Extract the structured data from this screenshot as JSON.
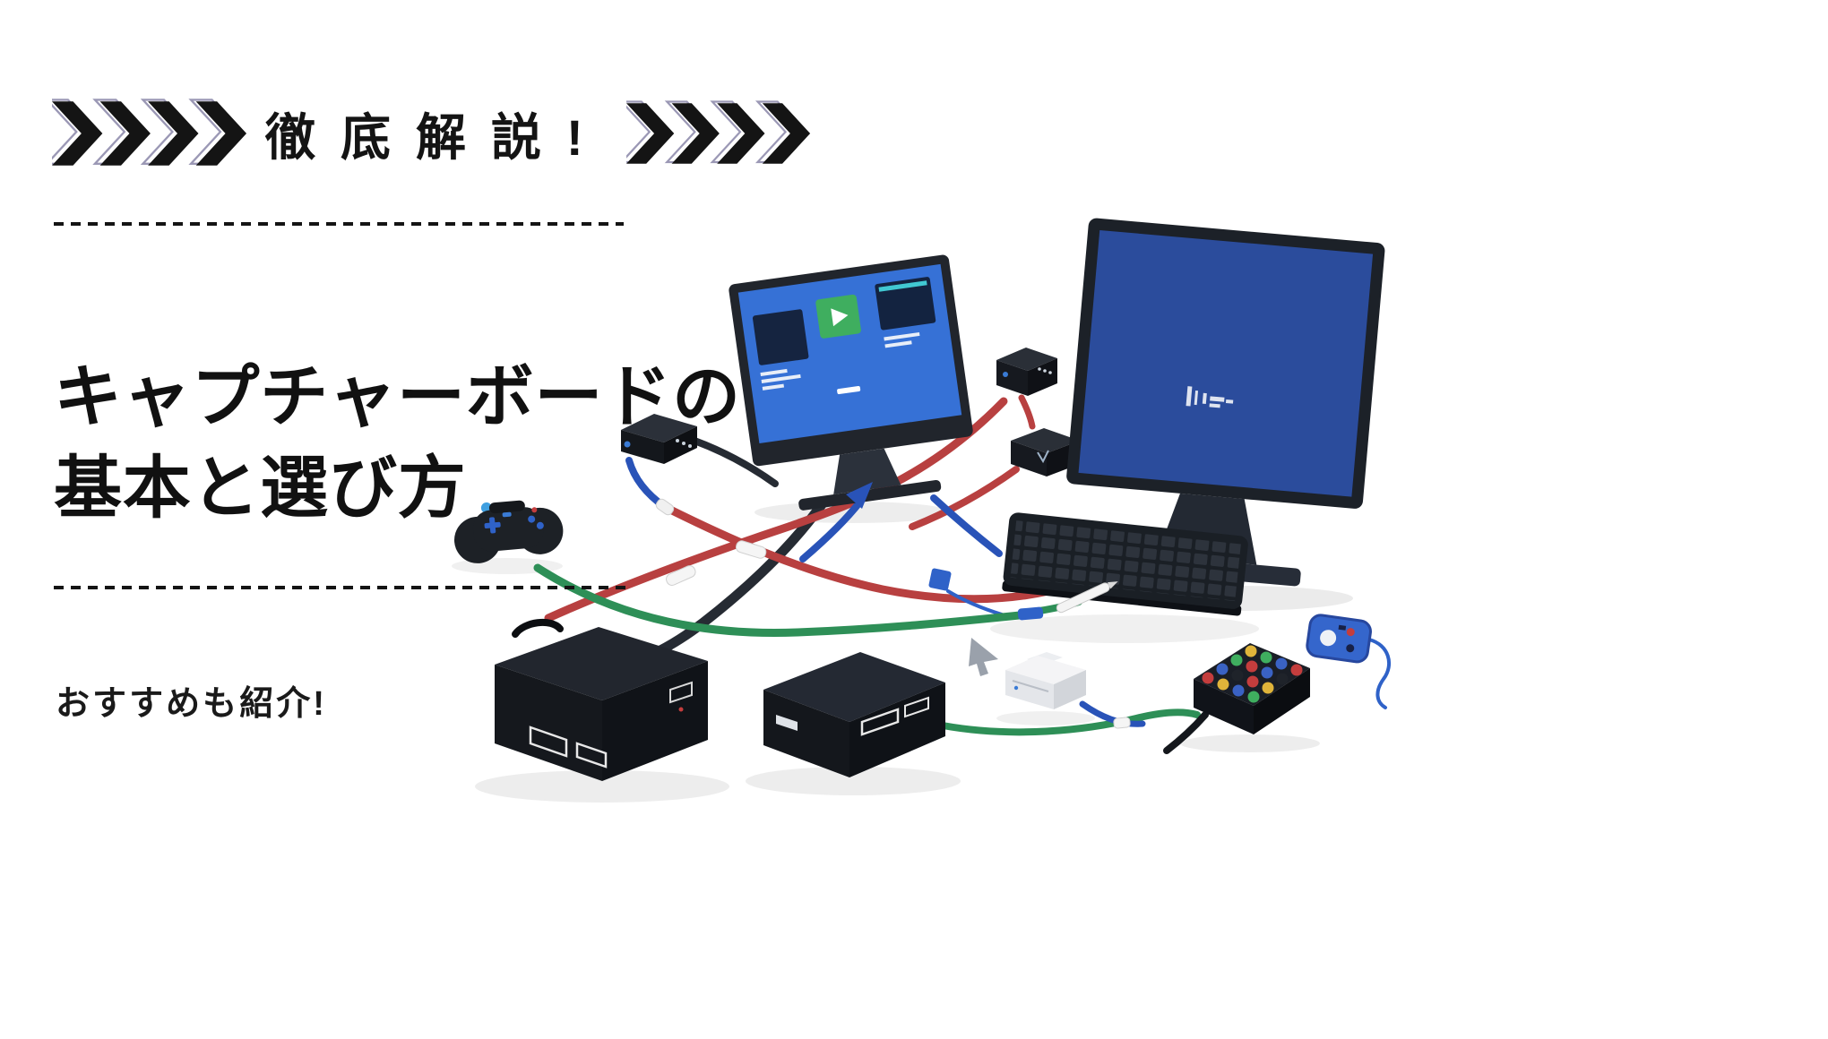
{
  "header": {
    "label": "徹底解説!",
    "left_icon": "chevrons-right-icon",
    "right_icon": "chevrons-right-icon"
  },
  "title": {
    "line1": "キャプチャーボードの",
    "line2": "基本と選び方"
  },
  "subtitle": {
    "text": "おすすめも紹介!"
  },
  "colors": {
    "background": "#ffffff",
    "text": "#141414",
    "monitor_screen_blue": "#3671d6",
    "tv_screen_blue": "#2b4c9c",
    "tile_green": "#3fae5f",
    "cable_red": "#b84040",
    "cable_blue": "#2953b8",
    "cable_green": "#2e8f57",
    "device_dark": "#1b2026"
  },
  "illustration": {
    "name": "capture-board-setup-illustration",
    "devices": [
      "pc-monitor",
      "tv-monitor",
      "capture-device-small",
      "capture-device",
      "hdmi-splitter",
      "game-controller",
      "keyboard",
      "game-console-large",
      "game-console-compact",
      "white-mini-console",
      "stream-deck",
      "blue-remote",
      "stylus-pen"
    ]
  }
}
